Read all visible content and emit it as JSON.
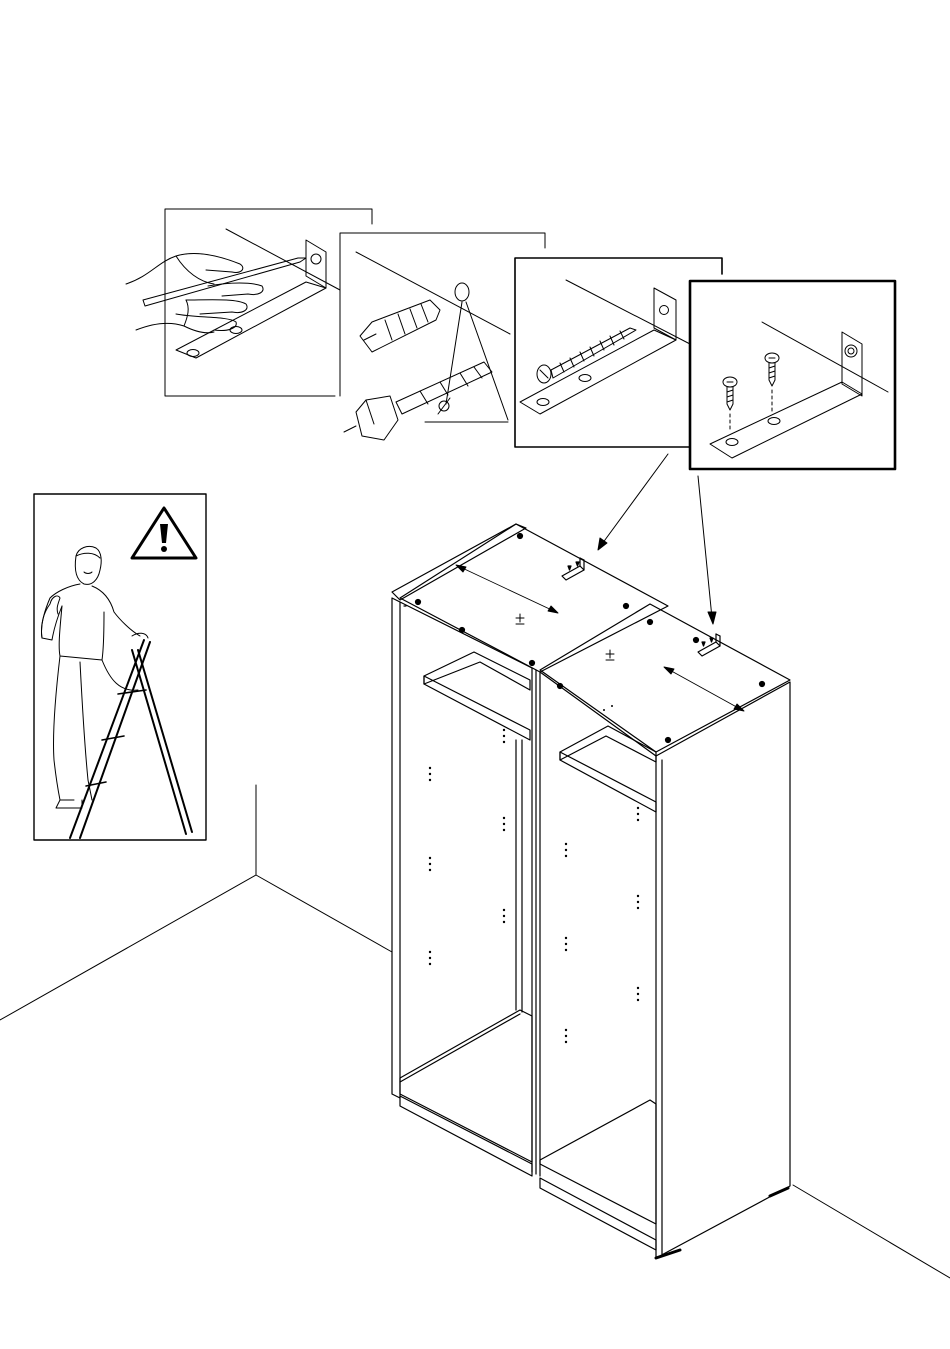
{
  "diagram": {
    "kind": "furniture assembly step",
    "steps": [
      {
        "id": "step-mark-holes",
        "content": "hand-with-pencil-marking-bracket-holes"
      },
      {
        "id": "step-drill-plug",
        "content": "wall-plug-and-drill-bit",
        "symbol": "⌀"
      },
      {
        "id": "step-fix-bracket-wall",
        "content": "screw-through-bracket-into-wall"
      },
      {
        "id": "step-fix-bracket-top",
        "content": "two-screws-into-cabinet-top"
      }
    ],
    "warning_panel": {
      "content": "man-on-stepladder-with-warning-sign",
      "sign_glyph": "!"
    },
    "cabinet": {
      "sections": 2,
      "tolerance_symbol": "±"
    },
    "colors": {
      "line": "#000000",
      "background": "#ffffff"
    }
  }
}
